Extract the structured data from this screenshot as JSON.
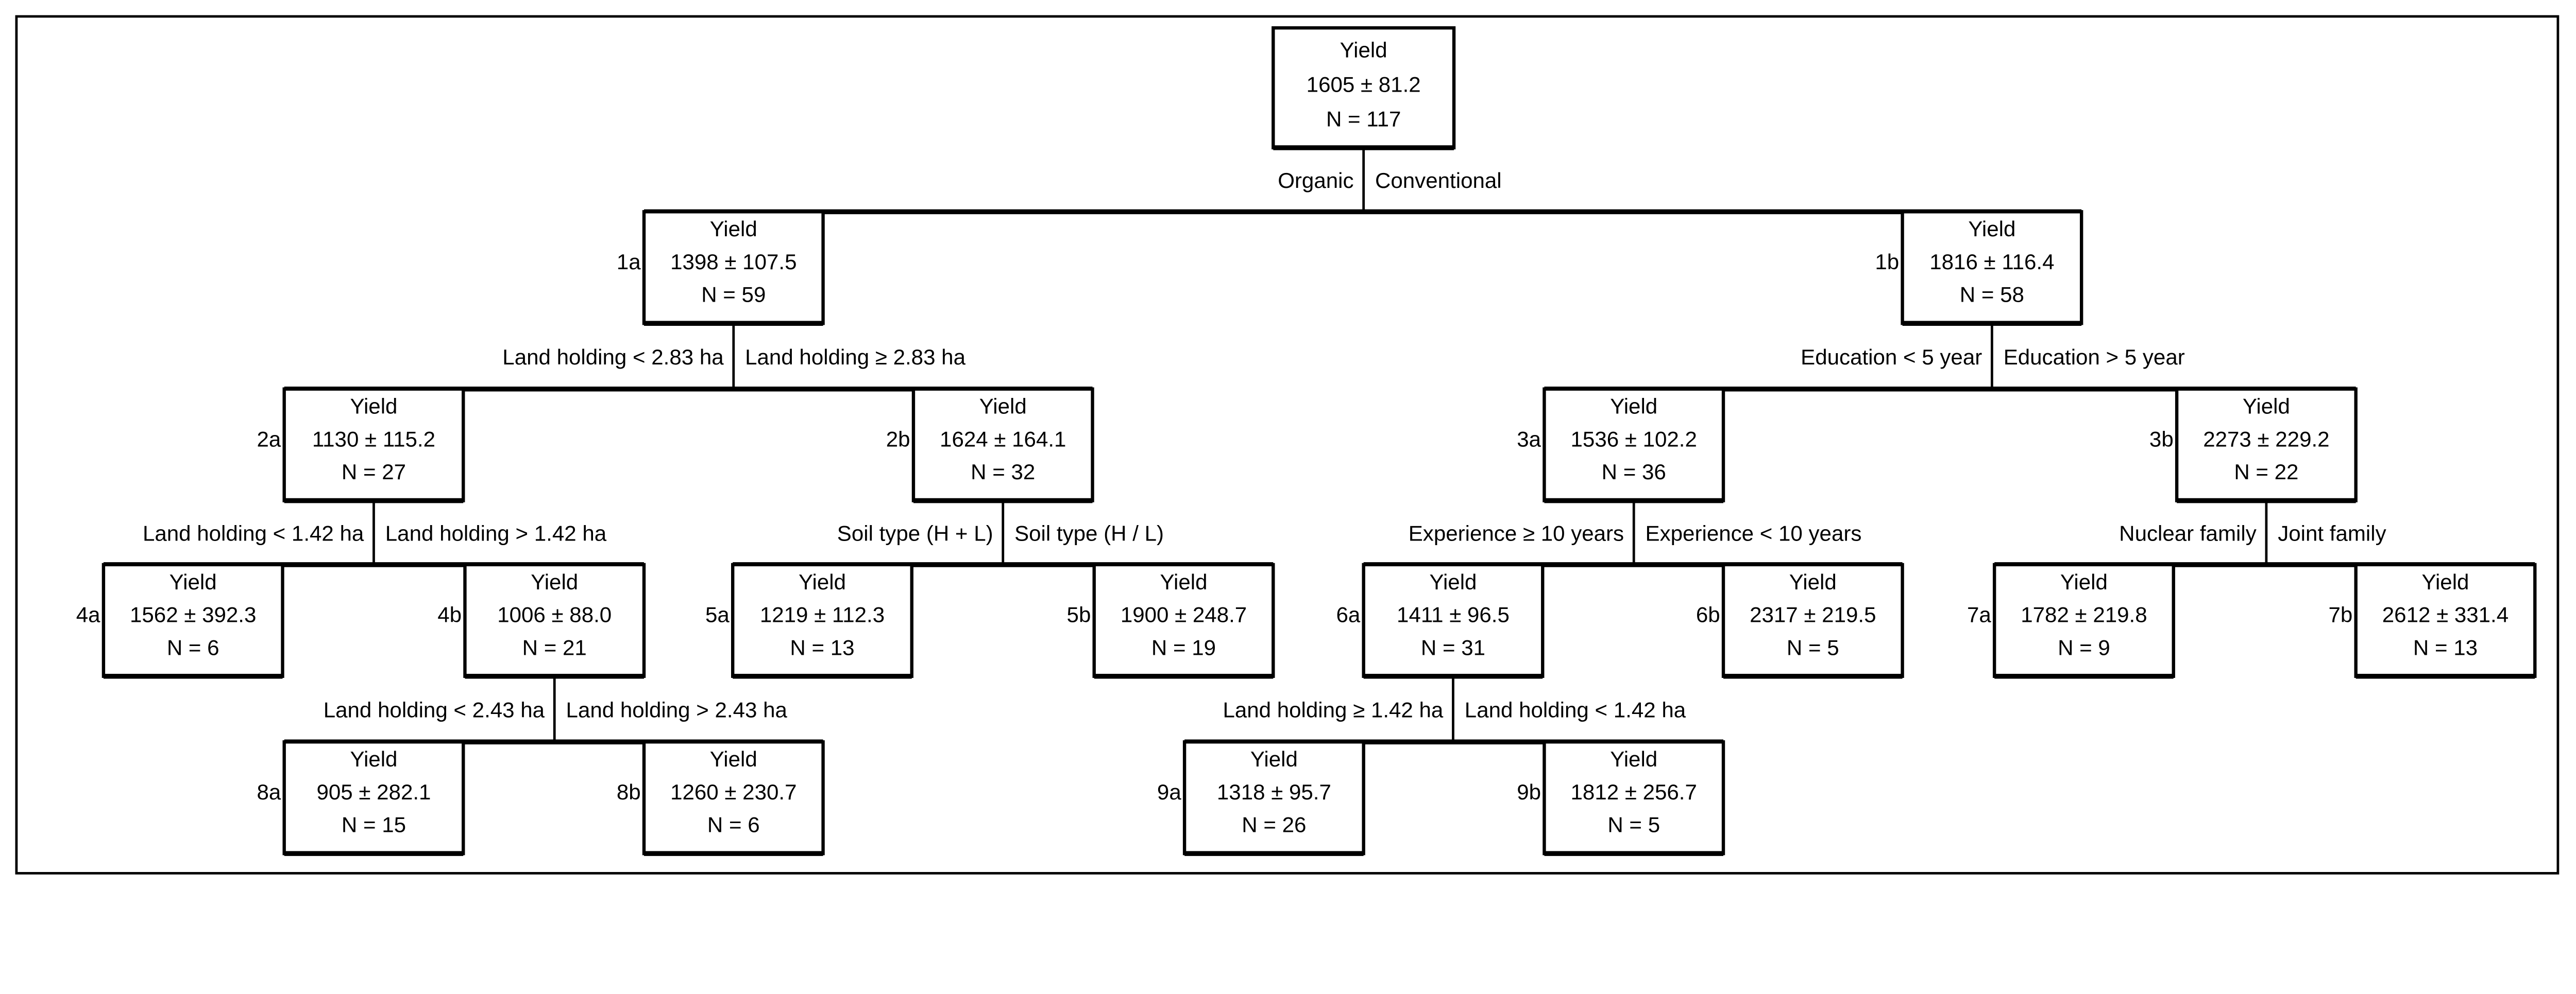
{
  "colors": {
    "line": "#000000",
    "background": "#ffffff"
  },
  "nodes": [
    {
      "id": "root",
      "tag": "",
      "title": "Yield",
      "value": "1605 ± 81.2",
      "n": "N = 117"
    },
    {
      "id": "1a",
      "tag": "1a",
      "title": "Yield",
      "value": "1398 ± 107.5",
      "n": "N = 59"
    },
    {
      "id": "1b",
      "tag": "1b",
      "title": "Yield",
      "value": "1816 ± 116.4",
      "n": "N = 58"
    },
    {
      "id": "2a",
      "tag": "2a",
      "title": "Yield",
      "value": "1130 ± 115.2",
      "n": "N = 27"
    },
    {
      "id": "2b",
      "tag": "2b",
      "title": "Yield",
      "value": "1624 ± 164.1",
      "n": "N = 32"
    },
    {
      "id": "3a",
      "tag": "3a",
      "title": "Yield",
      "value": "1536 ± 102.2",
      "n": "N = 36"
    },
    {
      "id": "3b",
      "tag": "3b",
      "title": "Yield",
      "value": "2273 ± 229.2",
      "n": "N = 22"
    },
    {
      "id": "4a",
      "tag": "4a",
      "title": "Yield",
      "value": "1562 ± 392.3",
      "n": "N = 6"
    },
    {
      "id": "4b",
      "tag": "4b",
      "title": "Yield",
      "value": "1006 ± 88.0",
      "n": "N = 21"
    },
    {
      "id": "5a",
      "tag": "5a",
      "title": "Yield",
      "value": "1219 ± 112.3",
      "n": "N = 13"
    },
    {
      "id": "5b",
      "tag": "5b",
      "title": "Yield",
      "value": "1900 ± 248.7",
      "n": "N = 19"
    },
    {
      "id": "6a",
      "tag": "6a",
      "title": "Yield",
      "value": "1411 ± 96.5",
      "n": "N = 31"
    },
    {
      "id": "6b",
      "tag": "6b",
      "title": "Yield",
      "value": "2317 ± 219.5",
      "n": "N = 5"
    },
    {
      "id": "7a",
      "tag": "7a",
      "title": "Yield",
      "value": "1782 ± 219.8",
      "n": "N = 9"
    },
    {
      "id": "7b",
      "tag": "7b",
      "title": "Yield",
      "value": "2612 ± 331.4",
      "n": "N = 13"
    },
    {
      "id": "8a",
      "tag": "8a",
      "title": "Yield",
      "value": "905 ± 282.1",
      "n": "N = 15"
    },
    {
      "id": "8b",
      "tag": "8b",
      "title": "Yield",
      "value": "1260 ± 230.7",
      "n": "N = 6"
    },
    {
      "id": "9a",
      "tag": "9a",
      "title": "Yield",
      "value": "1318 ± 95.7",
      "n": "N = 26"
    },
    {
      "id": "9b",
      "tag": "9b",
      "title": "Yield",
      "value": "1812 ± 256.7",
      "n": "N = 5"
    }
  ],
  "splits": [
    {
      "parent": "root",
      "left": "1a",
      "right": "1b",
      "left_label": "Organic",
      "right_label": "Conventional"
    },
    {
      "parent": "1a",
      "left": "2a",
      "right": "2b",
      "left_label": "Land holding < 2.83 ha",
      "right_label": "Land holding ≥ 2.83 ha"
    },
    {
      "parent": "1b",
      "left": "3a",
      "right": "3b",
      "left_label": "Education < 5 year",
      "right_label": "Education > 5 year"
    },
    {
      "parent": "2a",
      "left": "4a",
      "right": "4b",
      "left_label": "Land holding < 1.42 ha",
      "right_label": "Land holding > 1.42 ha"
    },
    {
      "parent": "2b",
      "left": "5a",
      "right": "5b",
      "left_label": "Soil type (H + L)",
      "right_label": "Soil type (H / L)"
    },
    {
      "parent": "3a",
      "left": "6a",
      "right": "6b",
      "left_label": "Experience ≥ 10 years",
      "right_label": "Experience < 10 years"
    },
    {
      "parent": "3b",
      "left": "7a",
      "right": "7b",
      "left_label": "Nuclear family",
      "right_label": "Joint family"
    },
    {
      "parent": "4b",
      "left": "8a",
      "right": "8b",
      "left_label": "Land holding < 2.43 ha",
      "right_label": "Land holding > 2.43 ha"
    },
    {
      "parent": "6a",
      "left": "9a",
      "right": "9b",
      "left_label": "Land holding ≥ 1.42 ha",
      "right_label": "Land holding < 1.42 ha"
    }
  ]
}
